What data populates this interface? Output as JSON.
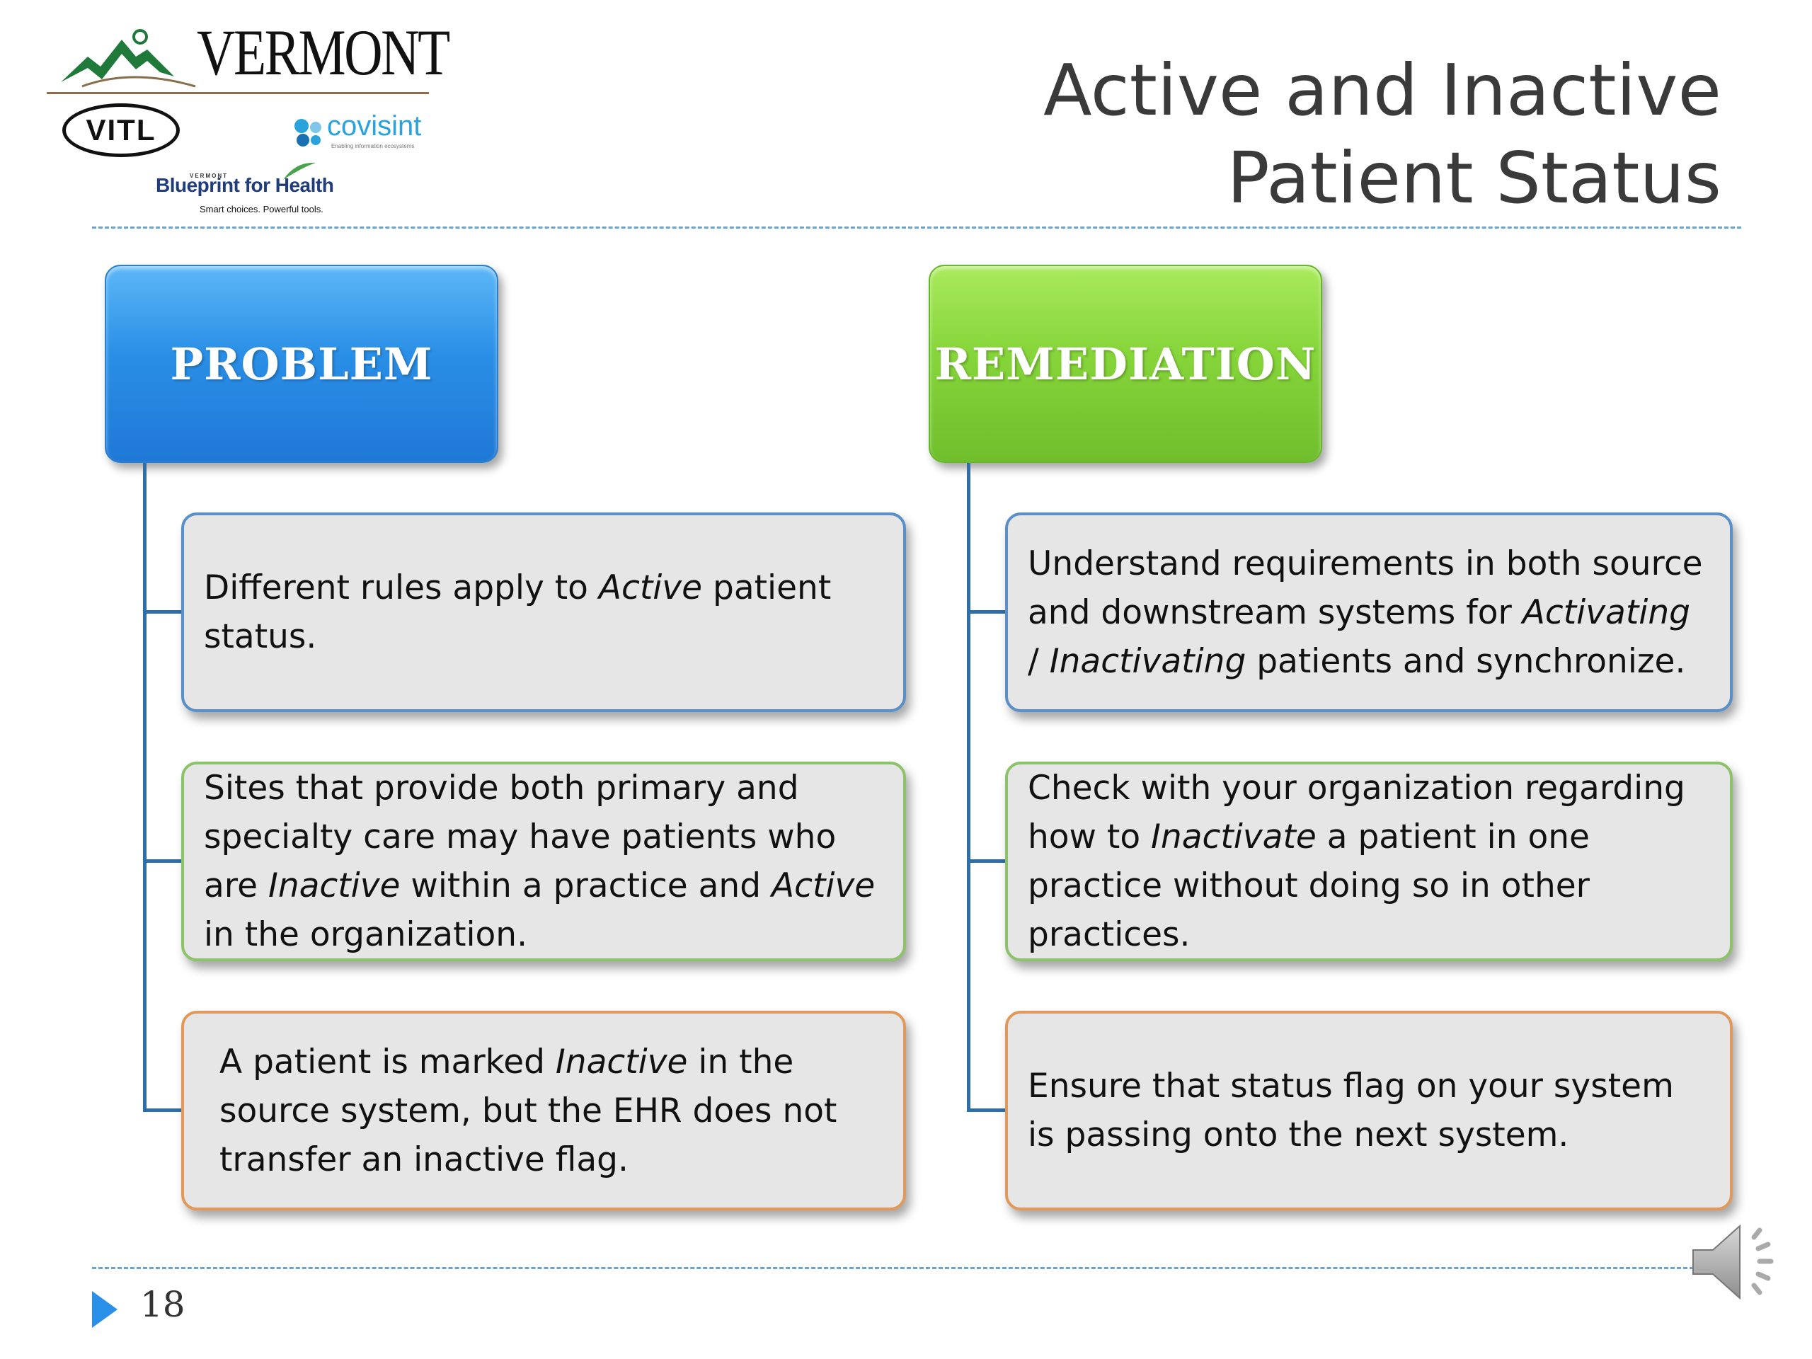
{
  "logos": {
    "vermont": "VERMONT",
    "vitl": "VITL",
    "covisint": "covisint",
    "covisint_tagline": "Enabling information ecosystems",
    "blueprint_top": "VERMONT",
    "blueprint": "Blueprint for Health",
    "blueprint_tagline": "Smart choices. Powerful tools."
  },
  "slide": {
    "title_line1": "Active and Inactive",
    "title_line2": "Patient Status",
    "page_number": "18"
  },
  "problem": {
    "header": "PROBLEM",
    "items": [
      {
        "text_a": "Different rules apply to ",
        "em_a": "Active",
        "text_b": " patient status."
      },
      {
        "text_a": "Sites that provide both primary and specialty care may have patients who are ",
        "em_a": "Inactive",
        "text_b": " within a practice and ",
        "em_b": "Active",
        "text_c": " in the organization."
      },
      {
        "text_a": "A patient is marked ",
        "em_a": "Inactive",
        "text_b": " in the source system, but the EHR does not transfer an inactive flag."
      }
    ]
  },
  "remediation": {
    "header": "REMEDIATION",
    "items": [
      {
        "text_a": "Understand requirements in both source and downstream systems for ",
        "em_a": "Activating",
        "text_b": " / ",
        "em_b": "Inactivating",
        "text_c": " patients and synchronize."
      },
      {
        "text_a": "Check with your organization regarding how to ",
        "em_a": "Inactivate",
        "text_b": " a patient in one practice without doing so in other practices."
      },
      {
        "text_a": "Ensure that status flag on your system is passing onto the next system."
      }
    ]
  },
  "colors": {
    "problem_blue": "#2a8fe6",
    "remediation_green": "#86d53a",
    "connector": "#2f6fa8",
    "box_fill": "#e6e6e6"
  },
  "icons": {
    "nav": "play-arrow-icon",
    "audio": "speaker-icon"
  }
}
